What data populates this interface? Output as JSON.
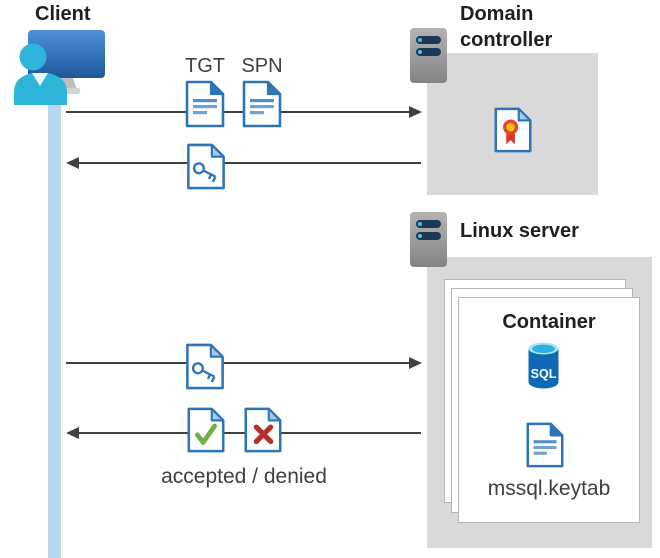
{
  "labels": {
    "client": "Client",
    "domain_controller": "Domain controller",
    "linux_server": "Linux server",
    "container": "Container",
    "tgt": "TGT",
    "spn": "SPN",
    "sql": "SQL",
    "mssql_keytab": "mssql.keytab",
    "accepted_denied": "accepted / denied"
  },
  "icons": {
    "client": "person-at-monitor-icon",
    "server": "server-rack-icon",
    "ticket_document": "document-text-icon",
    "key_document": "document-key-icon",
    "accepted_document": "document-check-icon",
    "denied_document": "document-x-icon",
    "certificate_document": "document-certificate-icon",
    "sql_database": "database-cylinder-icon",
    "lifeline": "client-lifeline"
  },
  "colors": {
    "host_box_gray": "#d9d9d9",
    "doc_border_blue": "#2e75b6",
    "doc_line_blue": "#6fa3d8",
    "fold_light_blue": "#a9c9e8",
    "arrow_gray": "#3f3f3f",
    "lifeline_blue": "#b7d7f0",
    "person_cyan": "#2fb5da",
    "monitor_blue": "#2f6db8",
    "server_bar_navy": "#1d3756",
    "server_dot_cyan": "#4fc0e8",
    "check_green": "#6ab344",
    "cross_red": "#b1312e",
    "cert_gold": "#fcc10e",
    "cert_red": "#d8372a",
    "sql_body_blue": "#0e68b2",
    "sql_top_cyan": "#2bb1dc"
  }
}
